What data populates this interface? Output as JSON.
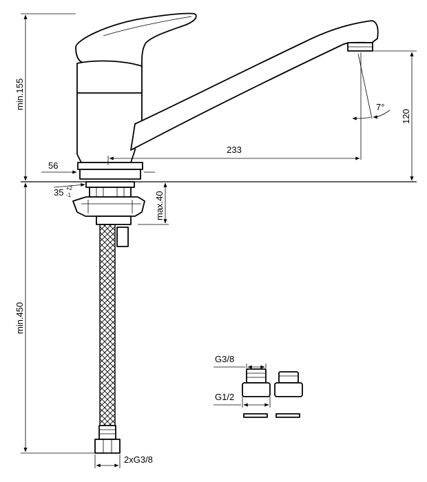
{
  "dimensions": {
    "min_height": "min.155",
    "min_hose_length": "min.450",
    "base_diameter": "56",
    "hole_diameter": "35",
    "hole_tol_plus": "+2",
    "hole_tol_minus": "-1",
    "max_thickness": "max.40",
    "spout_reach": "233",
    "spout_height": "120",
    "spout_angle": "7°",
    "hose_thread": "2xG3/8"
  },
  "adapters": {
    "thread_small": "G3/8",
    "thread_large": "G1/2"
  }
}
